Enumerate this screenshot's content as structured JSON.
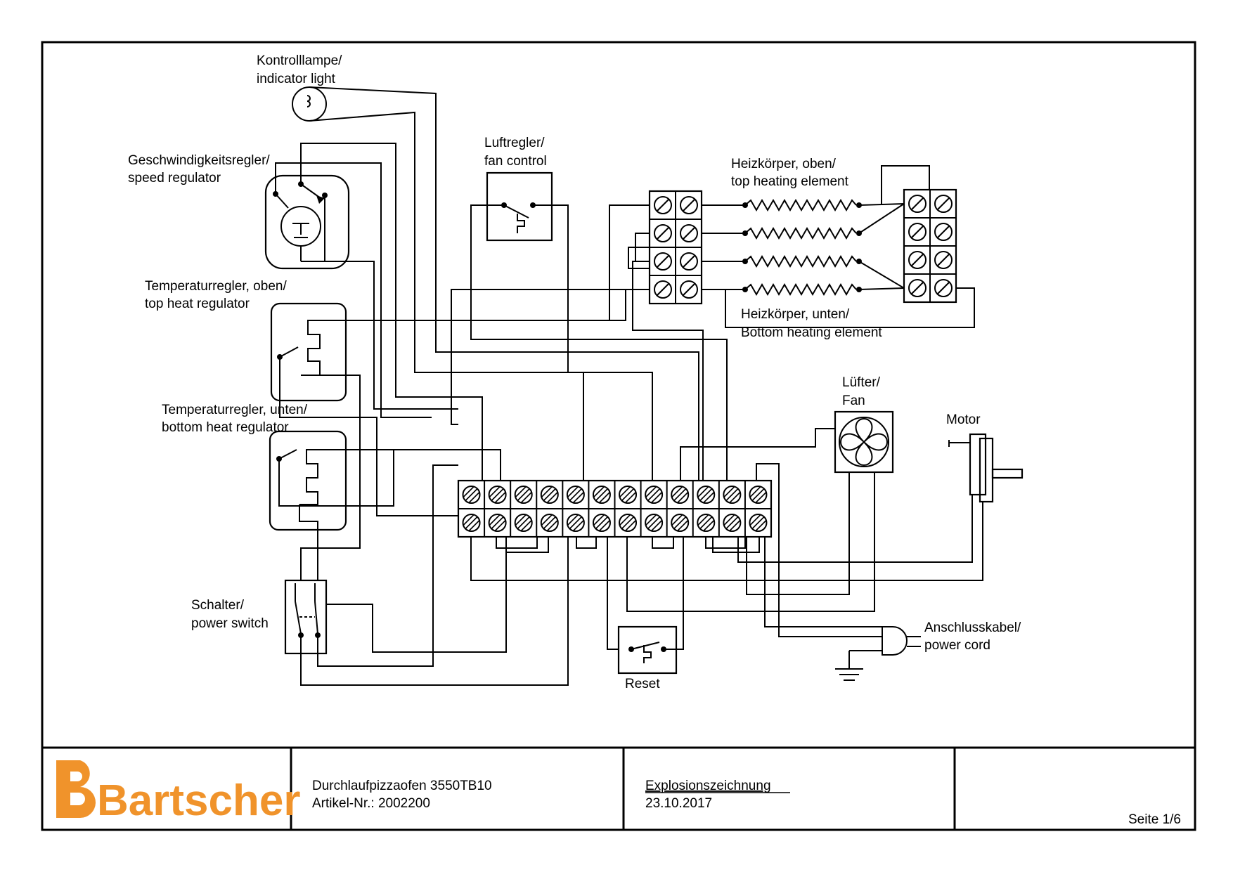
{
  "diagram": {
    "labels": {
      "indicator": [
        "Kontrolllampe/",
        "indicator light"
      ],
      "speed": [
        "Geschwindigkeitsregler/",
        "speed regulator"
      ],
      "top_temp": [
        "Temperaturregler, oben/",
        "top heat regulator"
      ],
      "bottom_temp": [
        "Temperaturregler, unten/",
        "bottom heat regulator"
      ],
      "switch": [
        "Schalter/",
        "power switch"
      ],
      "fan_control": [
        "Luftregler/",
        "fan control"
      ],
      "top_heater": [
        "Heizkörper, oben/",
        "top heating element"
      ],
      "bottom_heater": [
        "Heizkörper, unten/",
        "Bottom heating element"
      ],
      "fan": [
        "Lüfter/",
        "Fan"
      ],
      "motor": "Motor",
      "power_cord": [
        "Anschlusskabel/",
        "power cord"
      ],
      "reset": "Reset"
    }
  },
  "title_block": {
    "brand": "Bartscher",
    "brand_color": "#f0932b",
    "product": "Durchlaufpizzaofen 3550TB10",
    "article": "Artikel-Nr.: 2002200",
    "doc_type": "Explosionszeichnung",
    "date": "23.10.2017",
    "page": "Seite 1/6"
  }
}
